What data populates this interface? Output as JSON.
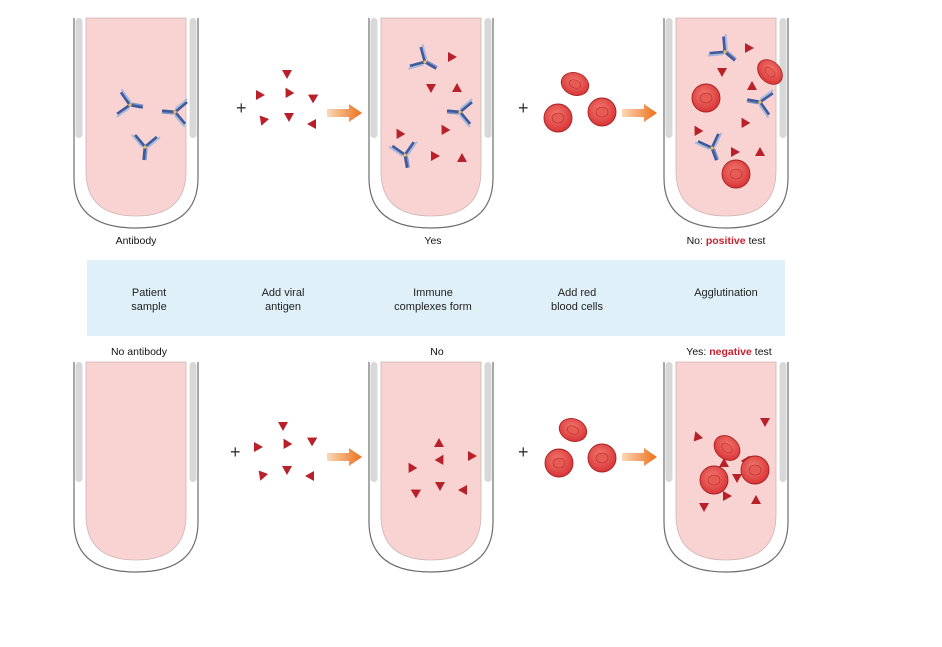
{
  "top_row": {
    "label_1": "Antibody",
    "label_2": "Yes",
    "label_3_prefix": "No: ",
    "label_3_highlight": "positive",
    "label_3_suffix": " test"
  },
  "steps": [
    {
      "line1": "Patient",
      "line2": "sample"
    },
    {
      "line1": "Add viral",
      "line2": "antigen"
    },
    {
      "line1": "Immune",
      "line2": "complexes form"
    },
    {
      "line1": "Add red",
      "line2": "blood cells"
    },
    {
      "line1": "Agglutination",
      "line2": ""
    }
  ],
  "bottom_row": {
    "label_1": "No antibody",
    "label_2": "No",
    "label_3_prefix": "Yes: ",
    "label_3_highlight": "negative",
    "label_3_suffix": " test"
  },
  "symbols": {
    "plus": "+"
  },
  "colors": {
    "tube_fill": "#f9d3d2",
    "band": "#dff0f9",
    "highlight": "#c8202f",
    "antigen": "#b8202a",
    "rbc": "#e2494a",
    "arrow": "#ee7a22",
    "antibody": "#3e5a9e"
  }
}
